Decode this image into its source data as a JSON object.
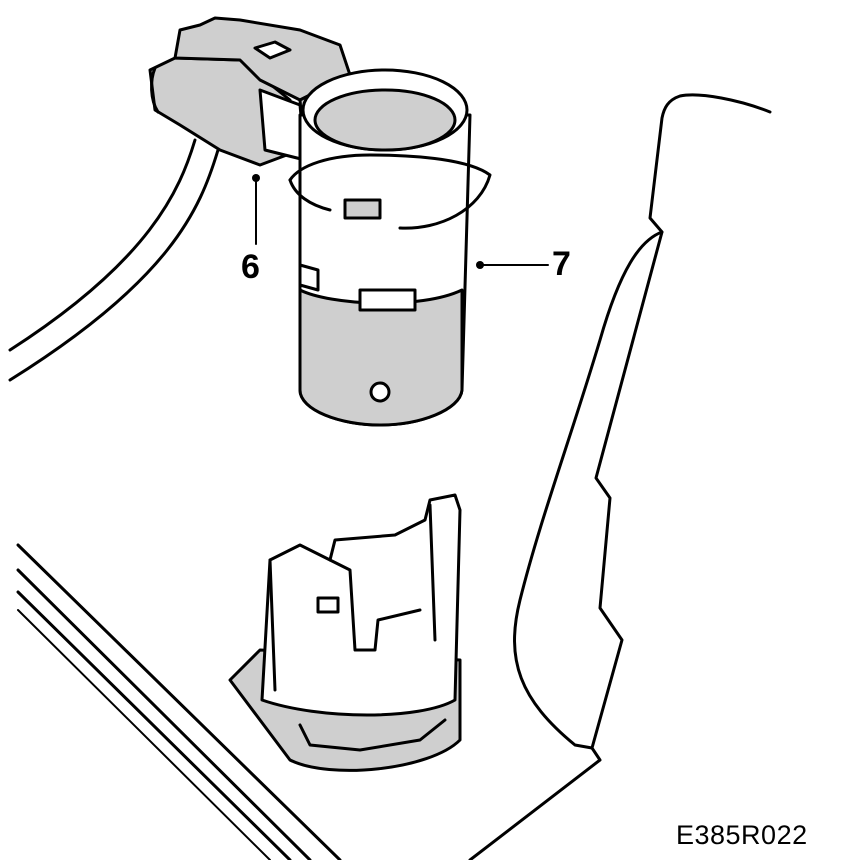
{
  "diagram": {
    "callouts": [
      {
        "id": "6",
        "label": "6",
        "part": "connector"
      },
      {
        "id": "7",
        "label": "7",
        "part": "parking-sensor"
      }
    ],
    "figure_code": "E385R022",
    "colors": {
      "line": "#000000",
      "fill": "#cfcfcf",
      "background": "#ffffff"
    }
  }
}
